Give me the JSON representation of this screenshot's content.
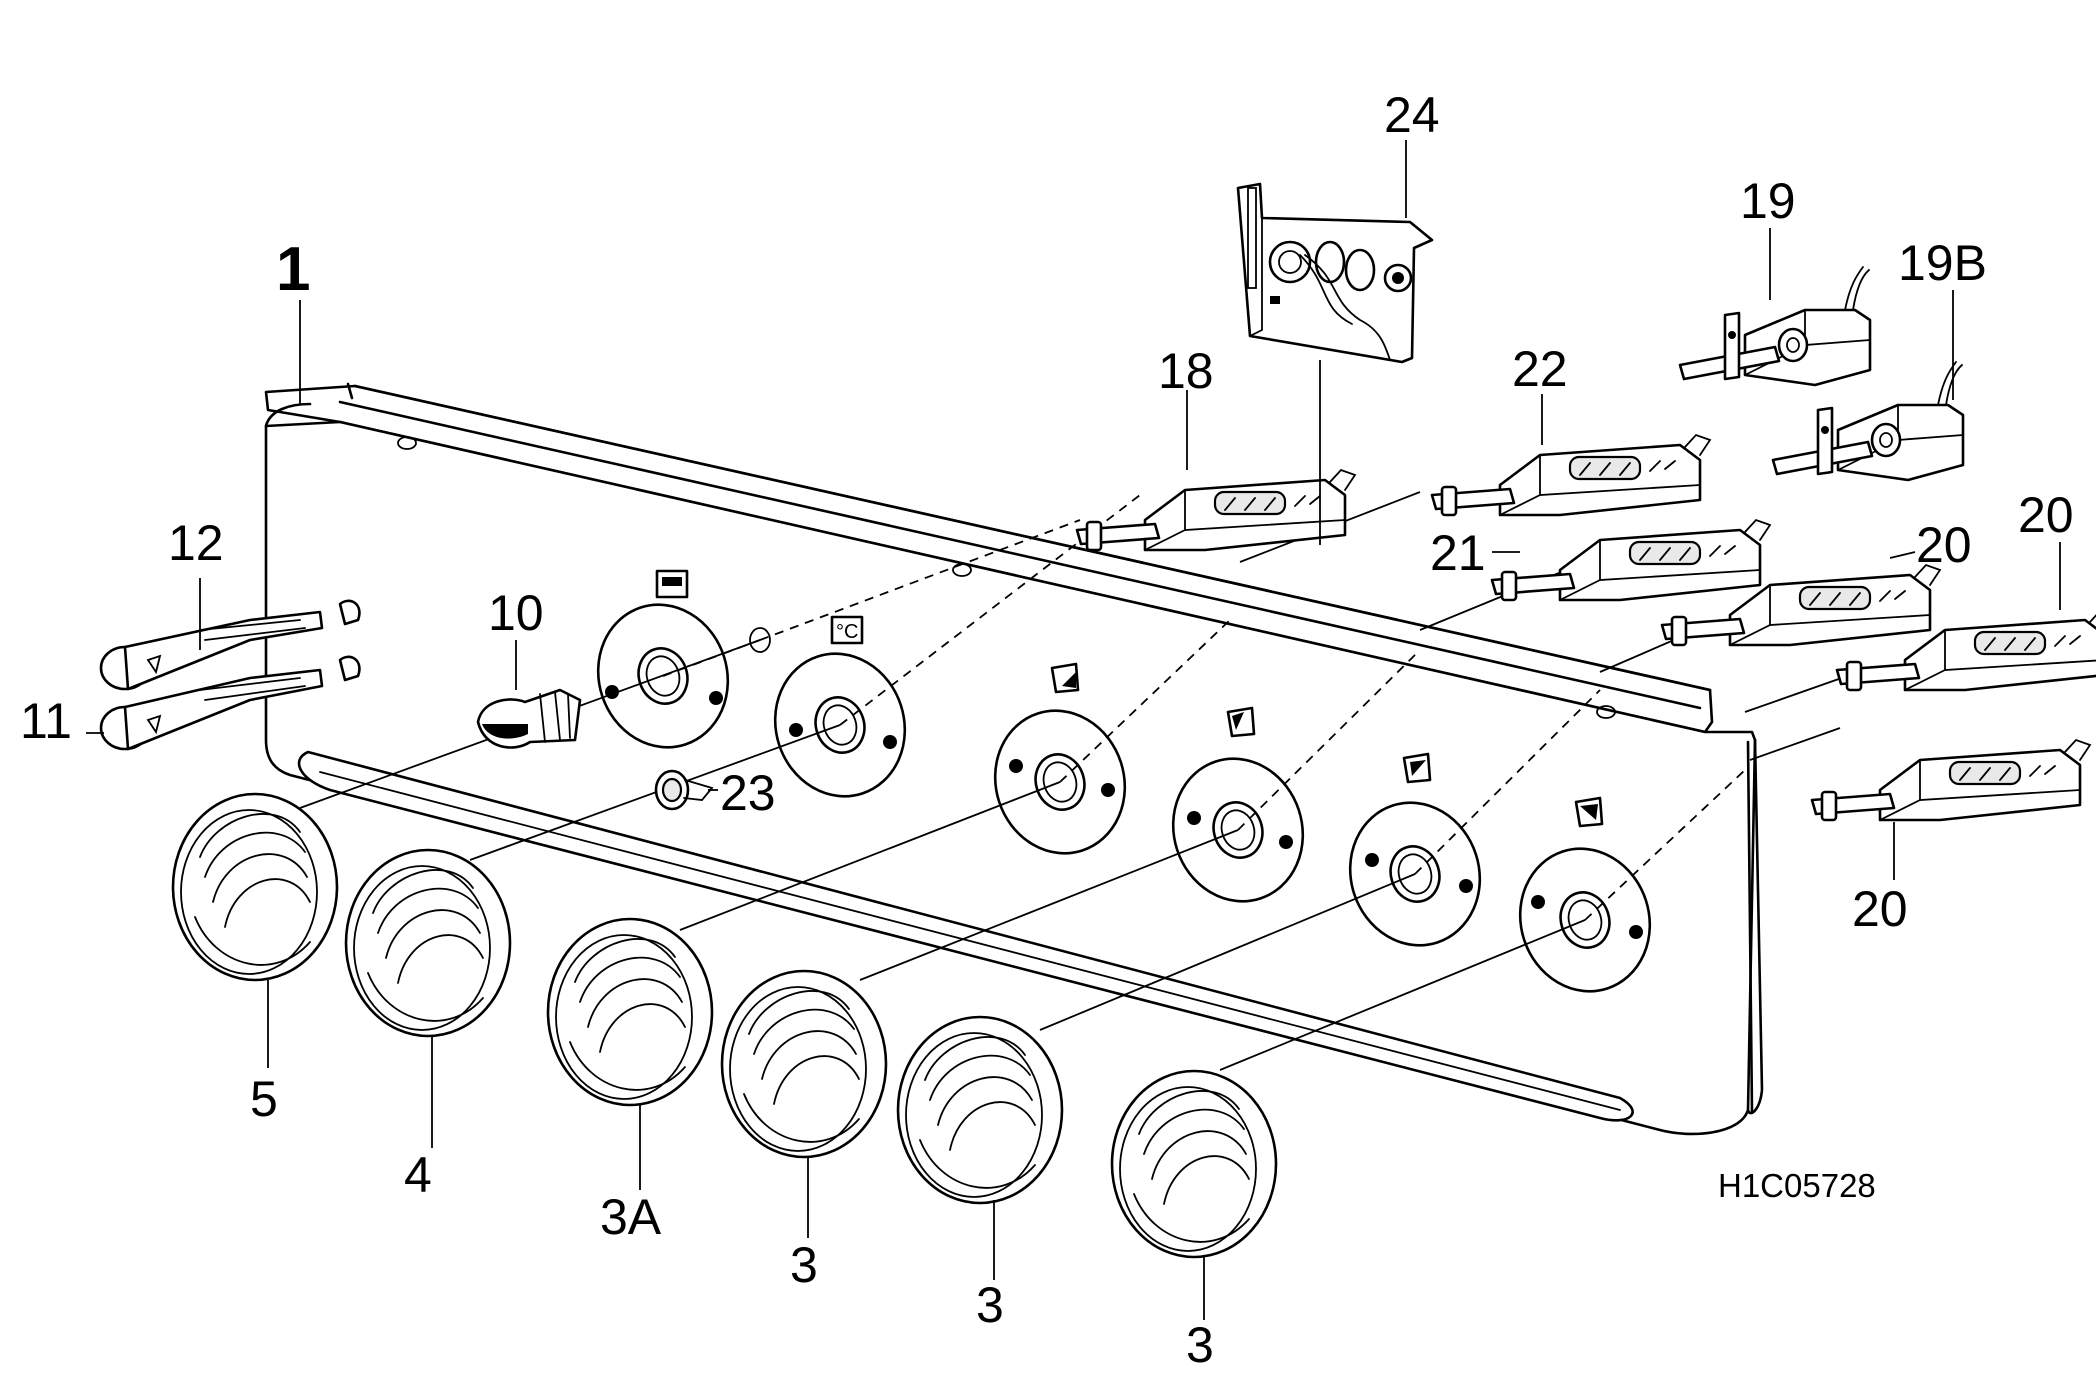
{
  "callouts": {
    "c1": "1",
    "c3a": "3",
    "c3b": "3",
    "c3c": "3",
    "c3A": "3A",
    "c4": "4",
    "c5": "5",
    "c10": "10",
    "c11": "11",
    "c12": "12",
    "c18": "18",
    "c19": "19",
    "c19B": "19B",
    "c20a": "20",
    "c20b": "20",
    "c20c": "20",
    "c21": "21",
    "c22": "22",
    "c23": "23",
    "c24": "24"
  },
  "symbols": {
    "celsius": "°C"
  },
  "reference_code": "H1C05728"
}
